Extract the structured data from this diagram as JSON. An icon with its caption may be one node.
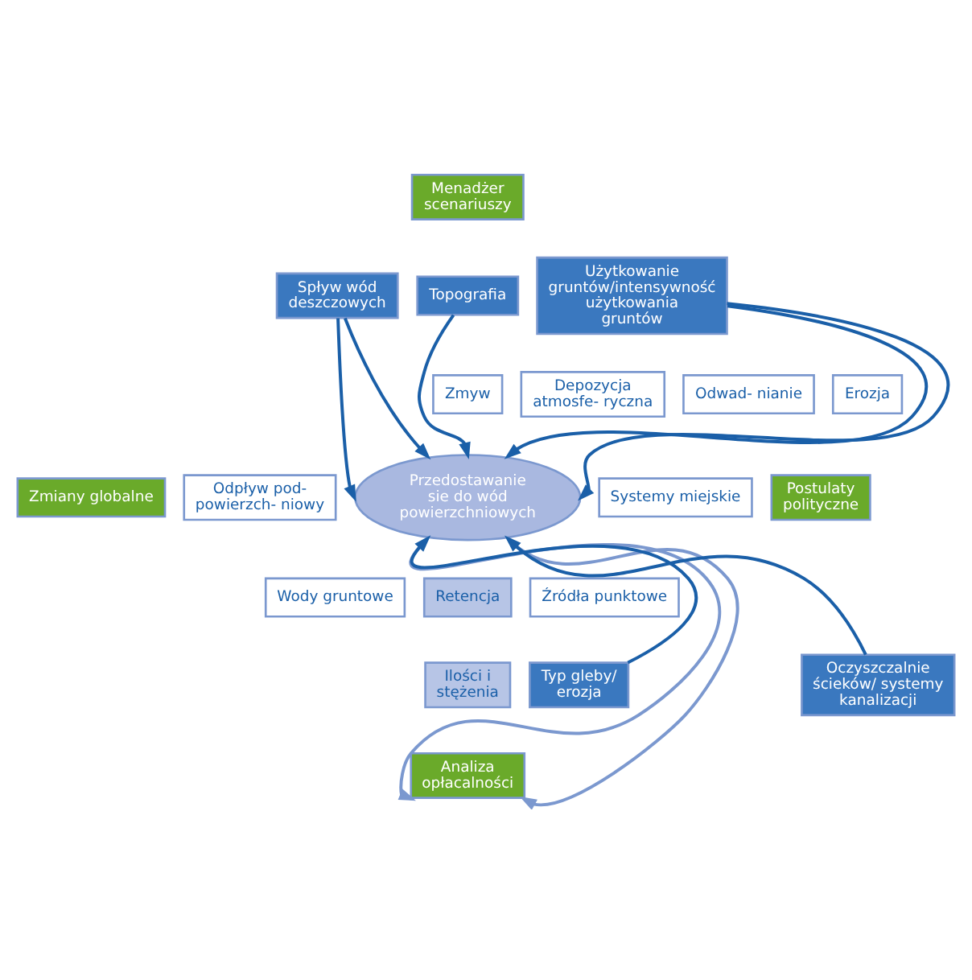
{
  "diagram": {
    "nodes": [
      {
        "text": [
          "Przedostawanie sie do wód powierzchniowych"
        ]
      },
      {
        "text": [
          "Erozja"
        ]
      },
      {
        "text": [
          "Zmyw"
        ]
      },
      {
        "text": [
          "Depozycja atmosfe- ryczna"
        ]
      },
      {
        "text": [
          "Systemy miejskie"
        ]
      },
      {
        "text": [
          "Źródła punktowe"
        ]
      },
      {
        "text": [
          "Wody gruntowe"
        ]
      },
      {
        "text": [
          "Odpływ pod- powierzch- niowy"
        ]
      },
      {
        "text": [
          "Odwad- nianie"
        ]
      },
      {
        "text": [
          "Retencja"
        ]
      },
      {
        "text": [
          "Ilości i stężenia"
        ]
      },
      {
        "text": [
          "Topografia"
        ]
      },
      {
        "text": [
          "Użytkowanie gruntów/intensywność użytkowania gruntów"
        ]
      },
      {
        "text": [
          "Oczyszczalnie ścieków/ systemy kanalizacji"
        ]
      },
      {
        "text": [
          "Typ gleby/ erozja"
        ]
      },
      {
        "text": [
          "Spływ wód deszczowych"
        ]
      },
      {
        "text": [
          "Menadżer scenariuszy"
        ]
      },
      {
        "text": [
          "Postulaty polityczne"
        ]
      },
      {
        "text": [
          "Analiza opłacalności"
        ]
      },
      {
        "text": [
          "Zmiany globalne"
        ]
      }
    ],
    "edges": [
      {
        "from": 11,
        "to": 0,
        "arrow": "to"
      },
      {
        "from": 15,
        "to": 0,
        "arrow": "to"
      },
      {
        "from": 12,
        "to": 0,
        "arrow": "to"
      },
      {
        "from": 12,
        "to": 0,
        "arrow": "to"
      },
      {
        "from": 13,
        "to": 0,
        "arrow": "to"
      },
      {
        "from": 15,
        "to": 0,
        "arrow": "to"
      },
      {
        "from": 14,
        "to": 0,
        "arrow": "to"
      },
      {
        "from": 0,
        "to": 18,
        "arrow": "to",
        "color": "#7b98cf"
      },
      {
        "from": 0,
        "to": 18,
        "arrow": "to",
        "color": "#7b98cf"
      }
    ]
  }
}
